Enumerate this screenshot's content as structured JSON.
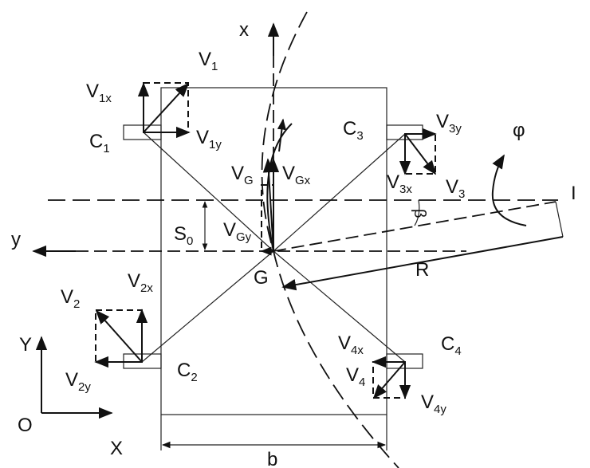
{
  "labels": {
    "x_axis": "x",
    "y_axis": "y",
    "big_y": "Y",
    "big_x": "X",
    "origin": "O",
    "center": "G",
    "instant_center": "I",
    "radius": "R",
    "width": "b",
    "phi": "φ",
    "beta": "β",
    "s0": "S",
    "s0_sub": "0",
    "c1": "C",
    "c1_sub": "1",
    "c2": "C",
    "c2_sub": "2",
    "c3": "C",
    "c3_sub": "3",
    "c4": "C",
    "c4_sub": "4",
    "v1": "V",
    "v1_sub": "1",
    "v1x": "V",
    "v1x_sub": "1x",
    "v1y": "V",
    "v1y_sub": "1y",
    "v2": "V",
    "v2_sub": "2",
    "v2x": "V",
    "v2x_sub": "2x",
    "v2y": "V",
    "v2y_sub": "2y",
    "v3": "V",
    "v3_sub": "3",
    "v3x": "V",
    "v3x_sub": "3x",
    "v3y": "V",
    "v3y_sub": "3y",
    "v4": "V",
    "v4_sub": "4",
    "v4x": "V",
    "v4x_sub": "4x",
    "v4y": "V",
    "v4y_sub": "4y",
    "vg": "V",
    "vg_sub": "G",
    "vgx": "V",
    "vgx_sub": "Gx",
    "vgy": "V",
    "vgy_sub": "Gy"
  },
  "colors": {
    "ink": "#111111",
    "background": "#ffffff"
  }
}
